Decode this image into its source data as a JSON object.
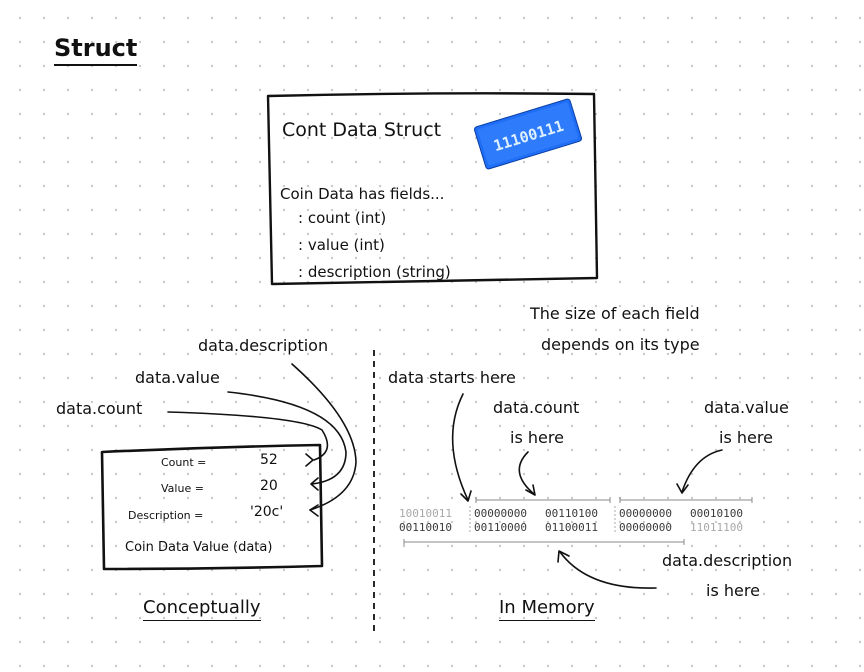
{
  "title": "Struct",
  "struct_card": {
    "title": "Cont Data Struct",
    "intro": "Coin Data has fields...",
    "fields": [
      ": count (int)",
      ": value (int)",
      ": description (string)"
    ],
    "chip_bits": "11100111"
  },
  "left": {
    "labels": {
      "description": "data.description",
      "value": "data.value",
      "count": "data.count"
    },
    "box": {
      "rows": [
        {
          "label": "Count =",
          "value": "52"
        },
        {
          "label": "Value =",
          "value": "20"
        },
        {
          "label": "Description =",
          "value": "'20c'"
        }
      ],
      "footer": "Coin Data Value (data)"
    },
    "heading": "Conceptually"
  },
  "right": {
    "size_note_line1": "The size of each field",
    "size_note_line2": "depends on its type",
    "starts_here": "data starts here",
    "count_line1": "data.count",
    "count_line2": "is here",
    "value_line1": "data.value",
    "value_line2": "is here",
    "row1": [
      "10010011",
      "00000000",
      "00110100",
      "00000000",
      "00010100"
    ],
    "row2": [
      "00110010",
      "00110000",
      "01100011",
      "00000000",
      "11011100"
    ],
    "desc_line1": "data.description",
    "desc_line2": "is here",
    "heading": "In Memory"
  }
}
